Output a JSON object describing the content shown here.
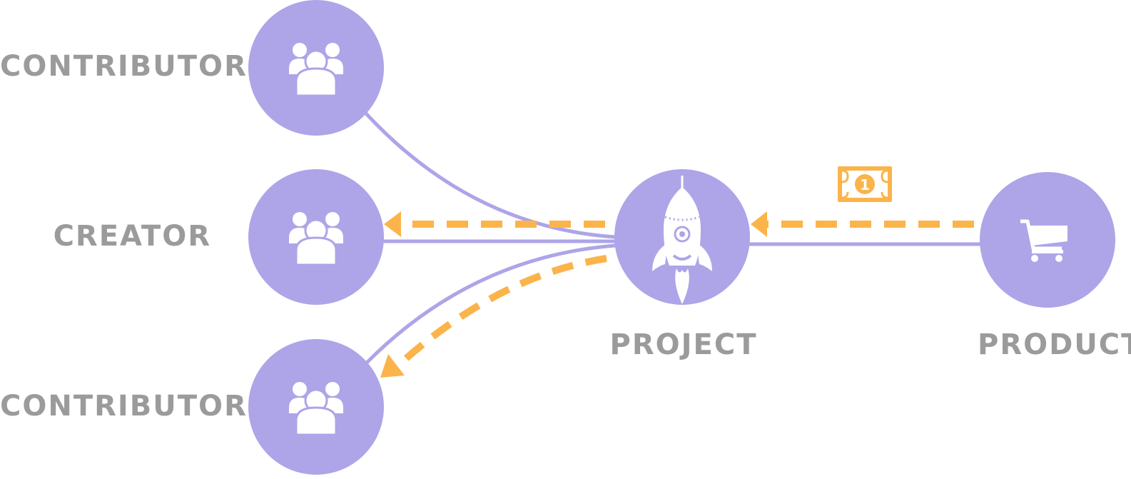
{
  "colors": {
    "node": "#ada5e8",
    "connector": "#ada5e8",
    "money_flow": "#fbb44a",
    "label": "#9b9b9b",
    "icon": "#ffffff"
  },
  "labels": {
    "contributor_top": "CONTRIBUTOR",
    "creator": "CREATOR",
    "contributor_bottom": "CONTRIBUTOR",
    "project": "PROJECT",
    "product": "PRODUCT"
  },
  "icons": {
    "contributor_top": "group-icon",
    "creator": "group-icon",
    "contributor_bottom": "group-icon",
    "project": "rocket-icon",
    "product": "shopping-cart-icon",
    "payment": "banknote-icon"
  },
  "banknote_symbol": "1"
}
